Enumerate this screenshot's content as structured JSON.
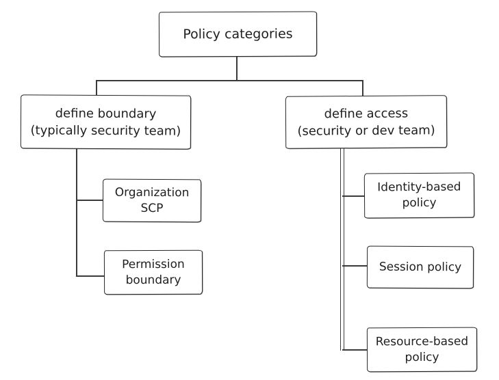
{
  "diagram": {
    "background": "#ffffff",
    "stroke_color": "#1e1e1e",
    "title": "Policy categories",
    "nodes": {
      "root": {
        "line1": "Policy categories"
      },
      "boundary": {
        "line1": "define boundary",
        "line2": "(typically security team)"
      },
      "access": {
        "line1": "define access",
        "line2": "(security or dev team)"
      },
      "org_scp": {
        "line1": "Organization",
        "line2": "SCP"
      },
      "perm": {
        "line1": "Permission",
        "line2": "boundary"
      },
      "identity": {
        "line1": "Identity-based",
        "line2": "policy"
      },
      "session": {
        "line1": "Session policy"
      },
      "resource": {
        "line1": "Resource-based",
        "line2": "policy"
      }
    },
    "edges": [
      "root -> boundary",
      "root -> access",
      "boundary -> org_scp",
      "boundary -> perm",
      "access -> identity",
      "access -> session",
      "access -> resource"
    ]
  }
}
